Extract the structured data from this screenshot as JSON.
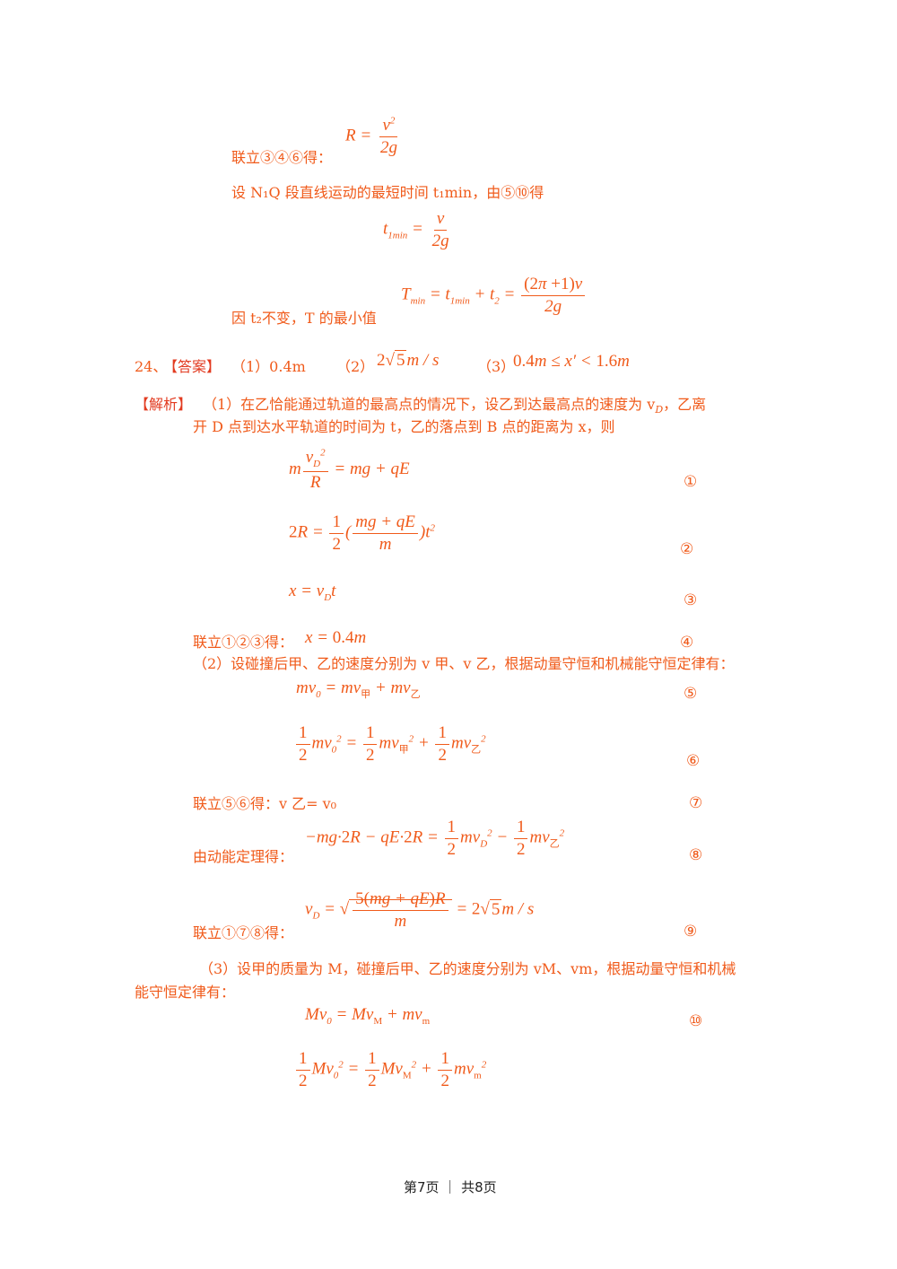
{
  "doc": {
    "l1": "联立③④⑥得：",
    "l2": "设 N₁Q 段直线运动的最短时间 t₁min，由⑤⑩得",
    "l3": "因 t₂不变，T 的最小值",
    "q24_num": "24、",
    "answer_tag": "【答案】",
    "ans1": "（1）0.4m",
    "ans2": "（2）",
    "ans3": "（3）",
    "analysis_tag": "【解析】",
    "p1a": "（1）在乙恰能通过轨道的最高点的情况下，设乙到达最高点的速度为 v",
    "p1a_sub": "D",
    "p1b": "，乙离",
    "p2": "开 D 点到达水平轨道的时间为 t，乙的落点到 B 点的距离为 x，则",
    "c1": "联立①②③得：",
    "s2": "（2）设碰撞后甲、乙的速度分别为 v 甲、v 乙，根据动量守恒和机械能守恒定律有：",
    "c2": "联立⑤⑥得：v 乙= v₀",
    "c3": "由动能定理得：",
    "c4": "联立①⑦⑧得：",
    "s3a": "（3）设甲的质量为 M，碰撞后甲、乙的速度分别为 vM、vm，根据动量守恒和机械",
    "s3b": "能守恒定律有：",
    "marks": [
      "①",
      "②",
      "③",
      "④",
      "⑤",
      "⑥",
      "⑦",
      "⑧",
      "⑨",
      "⑩"
    ]
  },
  "footer": {
    "text": "第7页 ｜ 共8页"
  }
}
